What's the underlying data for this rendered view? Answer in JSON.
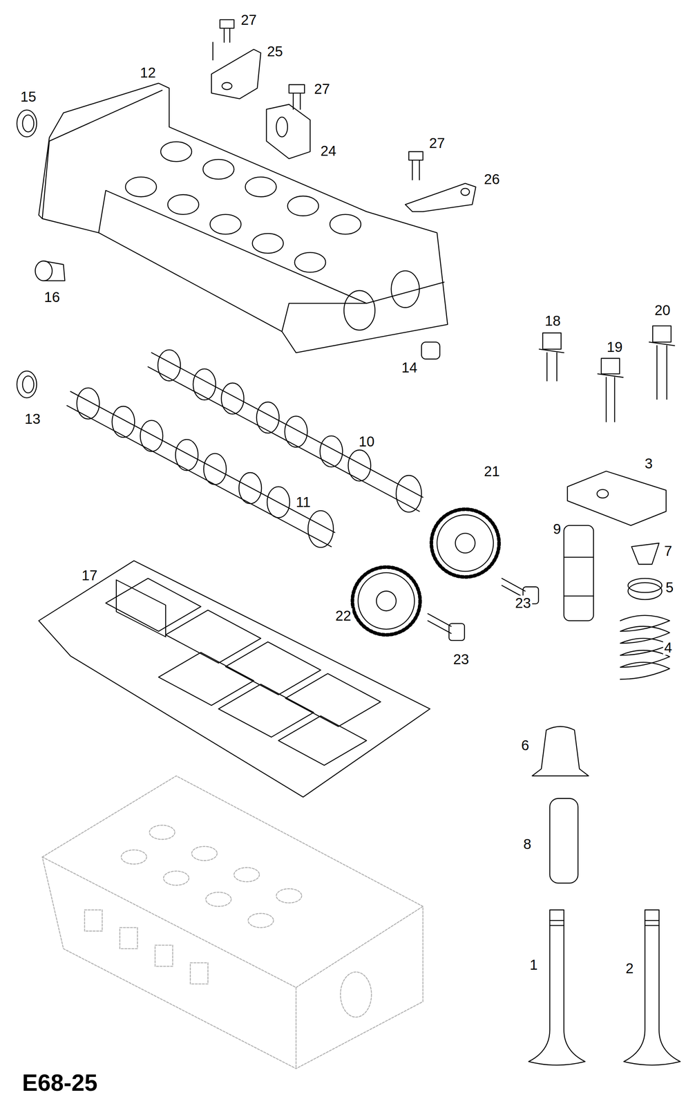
{
  "diagram": {
    "labels": [
      "27",
      "25",
      "12",
      "27",
      "15",
      "24",
      "27",
      "26",
      "16",
      "18",
      "20",
      "19",
      "14",
      "13",
      "10",
      "3",
      "21",
      "11",
      "9",
      "7",
      "17",
      "5",
      "23",
      "22",
      "4",
      "23",
      "6",
      "8",
      "1",
      "2",
      "E68-25"
    ]
  }
}
